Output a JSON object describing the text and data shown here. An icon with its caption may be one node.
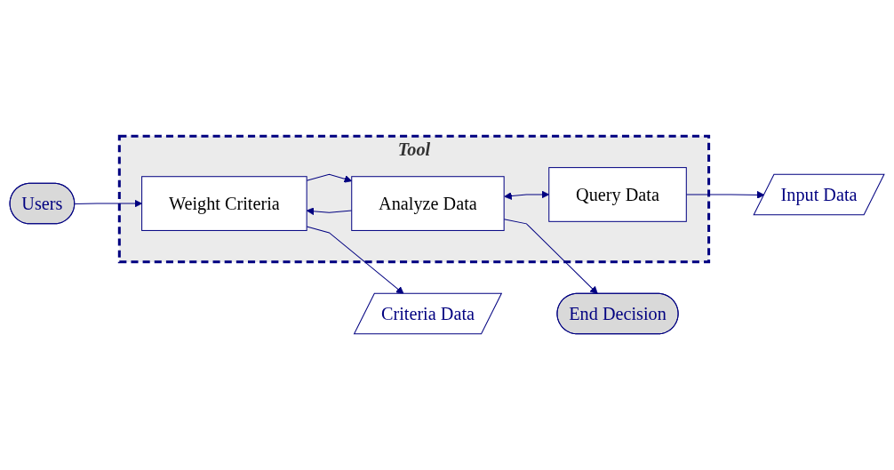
{
  "diagram": {
    "nodes": [
      {
        "text": [
          "Tool"
        ]
      },
      {
        "text": [
          "Users"
        ]
      },
      {
        "text": [
          "Weight Criteria"
        ],
        "in": 0
      },
      {
        "text": [
          "Analyze Data"
        ],
        "in": 0
      },
      {
        "text": [
          "End Decision"
        ]
      },
      {
        "text": [
          "Query Data"
        ],
        "in": 0
      },
      {
        "text": [
          "Criteria Data"
        ]
      },
      {
        "text": [
          "Input Data"
        ]
      }
    ],
    "edges": [
      {
        "from": 1,
        "to": 2,
        "arrow": "to"
      },
      {
        "from": 3,
        "to": 2,
        "arrow": "to"
      },
      {
        "from": 2,
        "to": 3,
        "arrow": "to"
      },
      {
        "from": 3,
        "to": 4,
        "arrow": "to"
      },
      {
        "from": 2,
        "to": 6,
        "arrow": "to"
      },
      {
        "from": 3,
        "to": 5,
        "arrow": "both"
      },
      {
        "from": 5,
        "to": 7,
        "arrow": "to"
      }
    ]
  }
}
